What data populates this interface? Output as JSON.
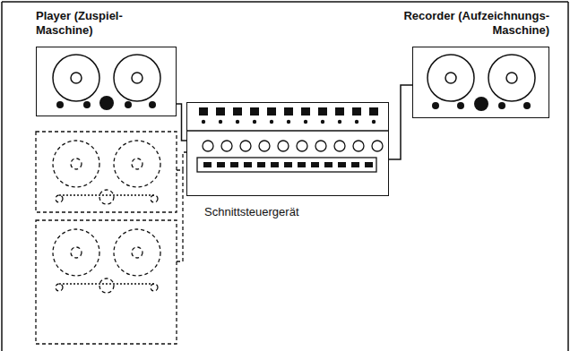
{
  "diagram": {
    "nodes": [
      {
        "text": [
          "Player (Zuspiel-Maschine)"
        ]
      },
      {
        "text": [
          "Recorder (Aufzeichnungs-Maschine)"
        ]
      },
      {
        "text": [
          "Schnittsteuergerät"
        ]
      }
    ],
    "edges": [
      {
        "from": 0,
        "to": 2,
        "arrow": "none"
      },
      {
        "from": 2,
        "to": 1,
        "arrow": "none"
      }
    ]
  }
}
